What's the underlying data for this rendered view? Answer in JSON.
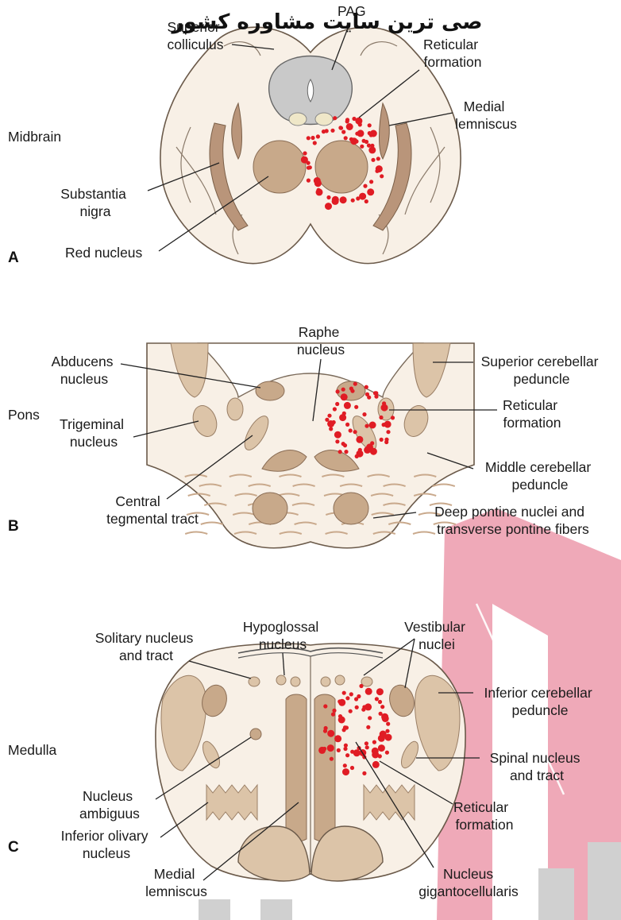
{
  "watermark": {
    "text": "صی ترین سایت مشاوره کشور",
    "color_pink": "#ec9aab",
    "color_gray": "#d0d0d0"
  },
  "colors": {
    "tissue": "#f8f0e6",
    "nucleus": "#c8a98a",
    "nucleus_light": "#dcc4a8",
    "tract": "#b9957a",
    "pag": "#c9c9c9",
    "reticular_dots": "#e01c24"
  },
  "panels": [
    {
      "letter": "A",
      "region": "Midbrain",
      "labels": {
        "superior_colliculus": [
          "Superior",
          "colliculus"
        ],
        "pag": [
          "PAG"
        ],
        "reticular_formation": [
          "Reticular",
          "formation"
        ],
        "medial_lemniscus": [
          "Medial",
          "lemniscus"
        ],
        "substantia_nigra": [
          "Substantia",
          "nigra"
        ],
        "red_nucleus": [
          "Red nucleus"
        ]
      }
    },
    {
      "letter": "B",
      "region": "Pons",
      "labels": {
        "raphe_nucleus": [
          "Raphe",
          "nucleus"
        ],
        "abducens_nucleus": [
          "Abducens",
          "nucleus"
        ],
        "superior_cerebellar_peduncle": [
          "Superior cerebellar",
          "peduncle"
        ],
        "reticular_formation": [
          "Reticular",
          "formation"
        ],
        "trigeminal_nucleus": [
          "Trigeminal",
          "nucleus"
        ],
        "middle_cerebellar_peduncle": [
          "Middle cerebellar",
          "peduncle"
        ],
        "central_tegmental_tract": [
          "Central",
          "tegmental tract"
        ],
        "deep_pontine_nuclei": [
          "Deep pontine nuclei and",
          "transverse pontine fibers"
        ]
      }
    },
    {
      "letter": "C",
      "region": "Medulla",
      "labels": {
        "hypoglossal_nucleus": [
          "Hypoglossal",
          "nucleus"
        ],
        "solitary_nucleus": [
          "Solitary nucleus",
          "and tract"
        ],
        "vestibular_nuclei": [
          "Vestibular",
          "nuclei"
        ],
        "inferior_cerebellar_peduncle": [
          "Inferior cerebellar",
          "peduncle"
        ],
        "spinal_nucleus": [
          "Spinal nucleus",
          "and tract"
        ],
        "nucleus_ambiguus": [
          "Nucleus",
          "ambiguus"
        ],
        "reticular_formation": [
          "Reticular",
          "formation"
        ],
        "inferior_olivary_nucleus": [
          "Inferior olivary",
          "nucleus"
        ],
        "medial_lemniscus": [
          "Medial",
          "lemniscus"
        ],
        "nucleus_gigantocellularis": [
          "Nucleus",
          "gigantocellularis"
        ]
      }
    }
  ]
}
